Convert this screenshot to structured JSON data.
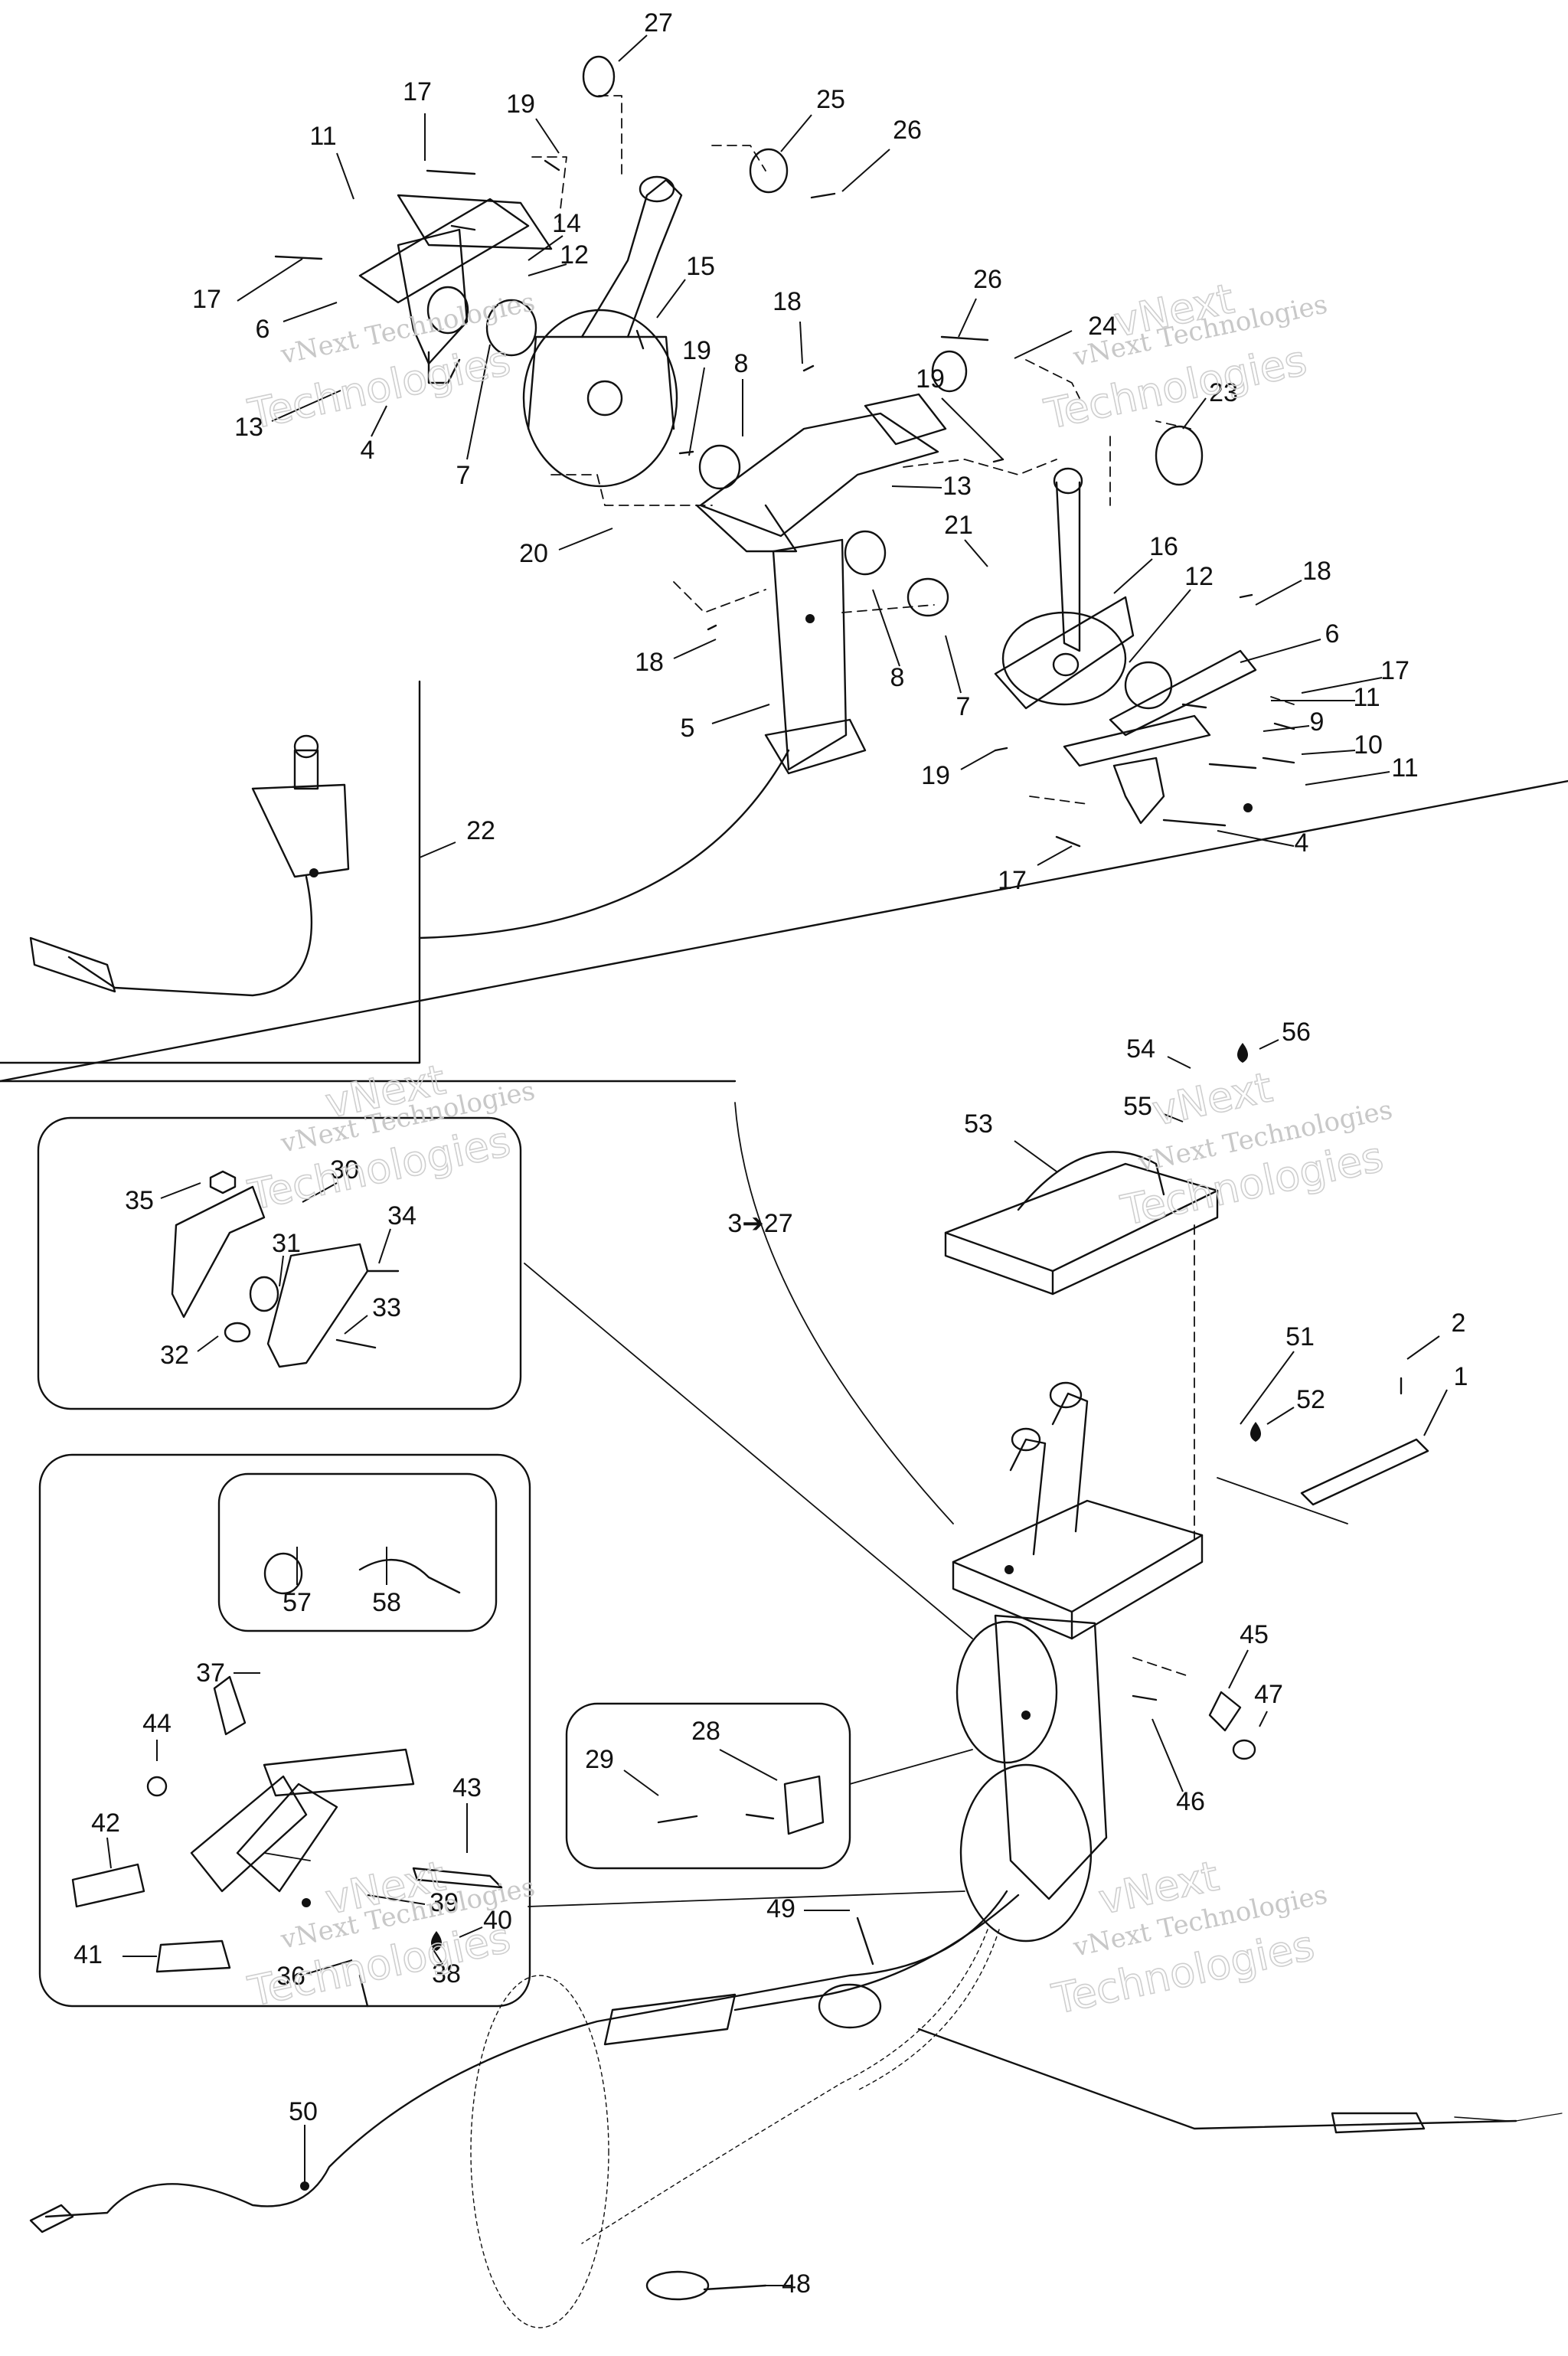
{
  "diagram": {
    "callouts": [
      {
        "id": "c27a",
        "text": "27"
      },
      {
        "id": "c17a",
        "text": "17"
      },
      {
        "id": "c19a",
        "text": "19"
      },
      {
        "id": "c11a",
        "text": "11"
      },
      {
        "id": "c25",
        "text": "25"
      },
      {
        "id": "c26a",
        "text": "26"
      },
      {
        "id": "c14",
        "text": "14"
      },
      {
        "id": "c12a",
        "text": "12"
      },
      {
        "id": "c15",
        "text": "15"
      },
      {
        "id": "c17b",
        "text": "17"
      },
      {
        "id": "c6a",
        "text": "6"
      },
      {
        "id": "c26b",
        "text": "26"
      },
      {
        "id": "c24",
        "text": "24"
      },
      {
        "id": "c18a",
        "text": "18"
      },
      {
        "id": "c19b",
        "text": "19"
      },
      {
        "id": "c23",
        "text": "23"
      },
      {
        "id": "c8a",
        "text": "8"
      },
      {
        "id": "c13a",
        "text": "13"
      },
      {
        "id": "c4a",
        "text": "4"
      },
      {
        "id": "c7a",
        "text": "7"
      },
      {
        "id": "c19c",
        "text": "19"
      },
      {
        "id": "c13b",
        "text": "13"
      },
      {
        "id": "c20",
        "text": "20"
      },
      {
        "id": "c21",
        "text": "21"
      },
      {
        "id": "c16",
        "text": "16"
      },
      {
        "id": "c12b",
        "text": "12"
      },
      {
        "id": "c18b",
        "text": "18"
      },
      {
        "id": "c18c",
        "text": "18"
      },
      {
        "id": "c8b",
        "text": "8"
      },
      {
        "id": "c7b",
        "text": "7"
      },
      {
        "id": "c6b",
        "text": "6"
      },
      {
        "id": "c17c",
        "text": "17"
      },
      {
        "id": "c11b",
        "text": "11"
      },
      {
        "id": "c9",
        "text": "9"
      },
      {
        "id": "c5",
        "text": "5"
      },
      {
        "id": "c10",
        "text": "10"
      },
      {
        "id": "c11c",
        "text": "11"
      },
      {
        "id": "c19d",
        "text": "19"
      },
      {
        "id": "c4b",
        "text": "4"
      },
      {
        "id": "c22",
        "text": "22"
      },
      {
        "id": "c17d",
        "text": "17"
      },
      {
        "id": "c54",
        "text": "54"
      },
      {
        "id": "c56",
        "text": "56"
      },
      {
        "id": "c55",
        "text": "55"
      },
      {
        "id": "c53",
        "text": "53"
      },
      {
        "id": "c35",
        "text": "35"
      },
      {
        "id": "c30",
        "text": "30"
      },
      {
        "id": "c34",
        "text": "34"
      },
      {
        "id": "c31",
        "text": "31"
      },
      {
        "id": "c3to27",
        "text": "3➔27"
      },
      {
        "id": "c33",
        "text": "33"
      },
      {
        "id": "c32",
        "text": "32"
      },
      {
        "id": "c51",
        "text": "51"
      },
      {
        "id": "c2",
        "text": "2"
      },
      {
        "id": "c52",
        "text": "52"
      },
      {
        "id": "c1",
        "text": "1"
      },
      {
        "id": "c57",
        "text": "57"
      },
      {
        "id": "c58",
        "text": "58"
      },
      {
        "id": "c37",
        "text": "37"
      },
      {
        "id": "c45",
        "text": "45"
      },
      {
        "id": "c47",
        "text": "47"
      },
      {
        "id": "c44",
        "text": "44"
      },
      {
        "id": "c28",
        "text": "28"
      },
      {
        "id": "c29",
        "text": "29"
      },
      {
        "id": "c43",
        "text": "43"
      },
      {
        "id": "c46",
        "text": "46"
      },
      {
        "id": "c42",
        "text": "42"
      },
      {
        "id": "c39",
        "text": "39"
      },
      {
        "id": "c40",
        "text": "40"
      },
      {
        "id": "c41",
        "text": "41"
      },
      {
        "id": "c36",
        "text": "36"
      },
      {
        "id": "c38",
        "text": "38"
      },
      {
        "id": "c49",
        "text": "49"
      },
      {
        "id": "c50",
        "text": "50"
      },
      {
        "id": "c48",
        "text": "48"
      }
    ],
    "watermark": {
      "line1": "vNext Technologies",
      "line2": "vNext",
      "line3": "Technologies"
    },
    "colors": {
      "ink": "#111111",
      "watermark": "#c8c8c8",
      "background": "#ffffff"
    }
  }
}
